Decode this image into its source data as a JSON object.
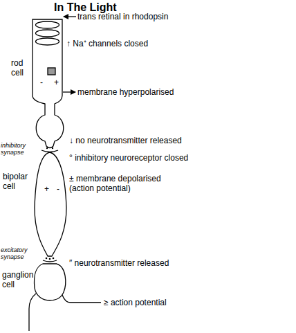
{
  "diagram": {
    "title": "In The Light",
    "labels": [
      "trans retinal in rhodopsin",
      "rod cell",
      "↑ Na⁺ channels closed",
      "-",
      "+",
      "membrane hyperpolarised",
      "inhibitory synapse",
      "↓ no neurotransmitter released",
      "° inhibitory neuroreceptor closed",
      "bipolar cell",
      "+",
      "-",
      "± membrane depolarised (action potential)",
      "excitatory synapse",
      "″ neurotransmitter released",
      "ganglion cell",
      "≥ action potential"
    ]
  }
}
